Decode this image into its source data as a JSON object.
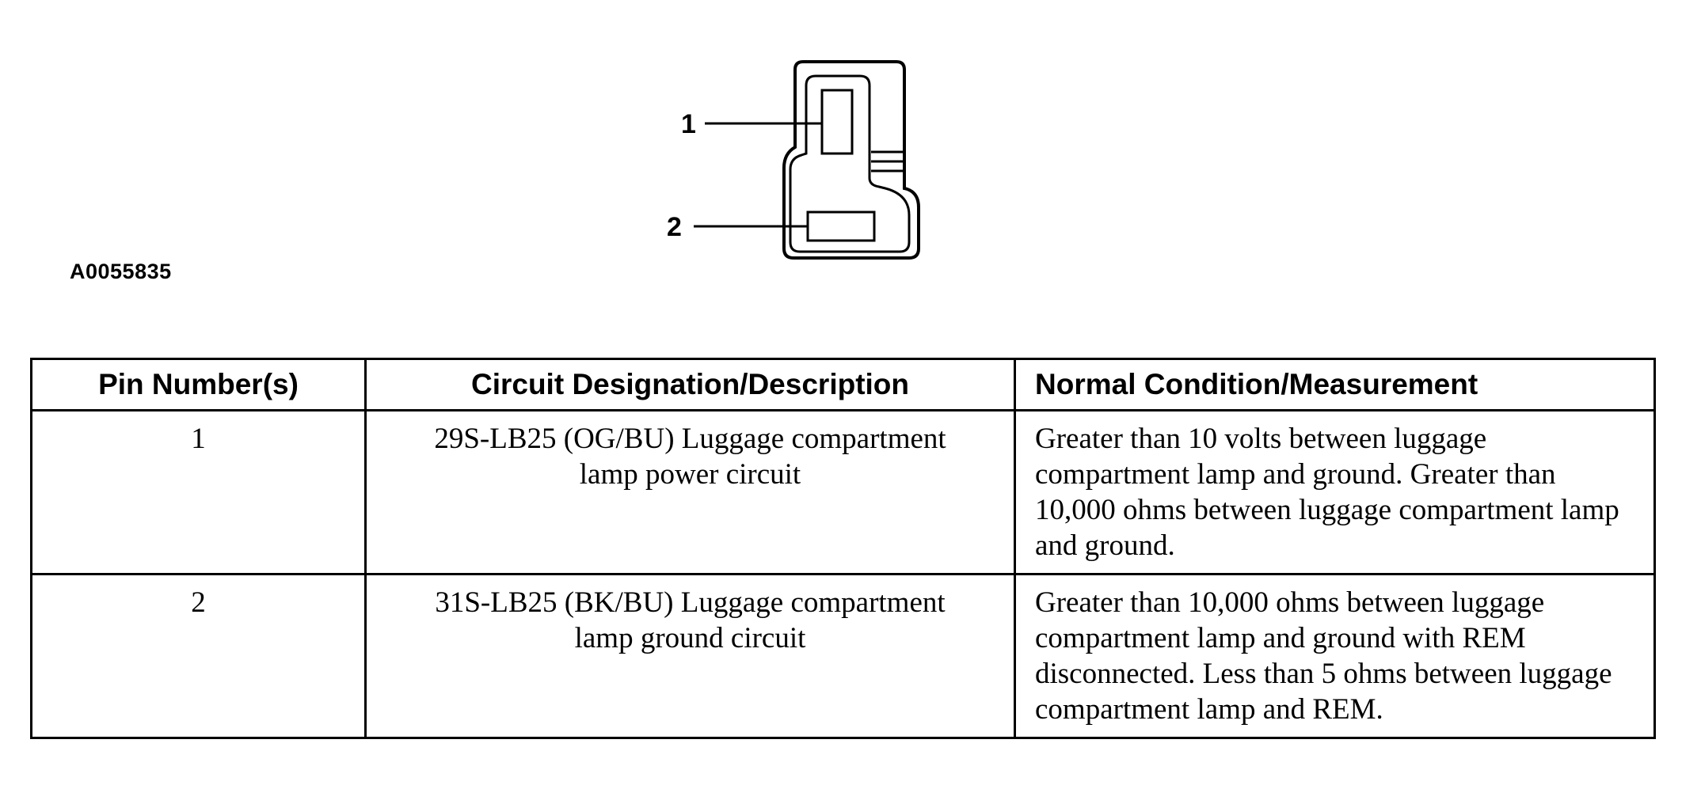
{
  "diagram": {
    "pin_labels": [
      "1",
      "2"
    ]
  },
  "figure_id": "A0055835",
  "table": {
    "headers": {
      "pin": "Pin Number(s)",
      "circuit": "Circuit Designation/Description",
      "condition": "Normal Condition/Measurement"
    },
    "rows": [
      {
        "pin": "1",
        "circuit_line1": "29S-LB25 (OG/BU) Luggage compartment",
        "circuit_line2": "lamp power circuit",
        "condition": "Greater than 10 volts between luggage compartment lamp and ground. Greater than 10,000 ohms between luggage compartment lamp and ground."
      },
      {
        "pin": "2",
        "circuit_line1": "31S-LB25 (BK/BU) Luggage compartment",
        "circuit_line2": "lamp ground circuit",
        "condition": "Greater than 10,000 ohms between luggage compartment lamp and ground with REM disconnected. Less than 5 ohms between luggage compartment lamp and REM."
      }
    ]
  }
}
